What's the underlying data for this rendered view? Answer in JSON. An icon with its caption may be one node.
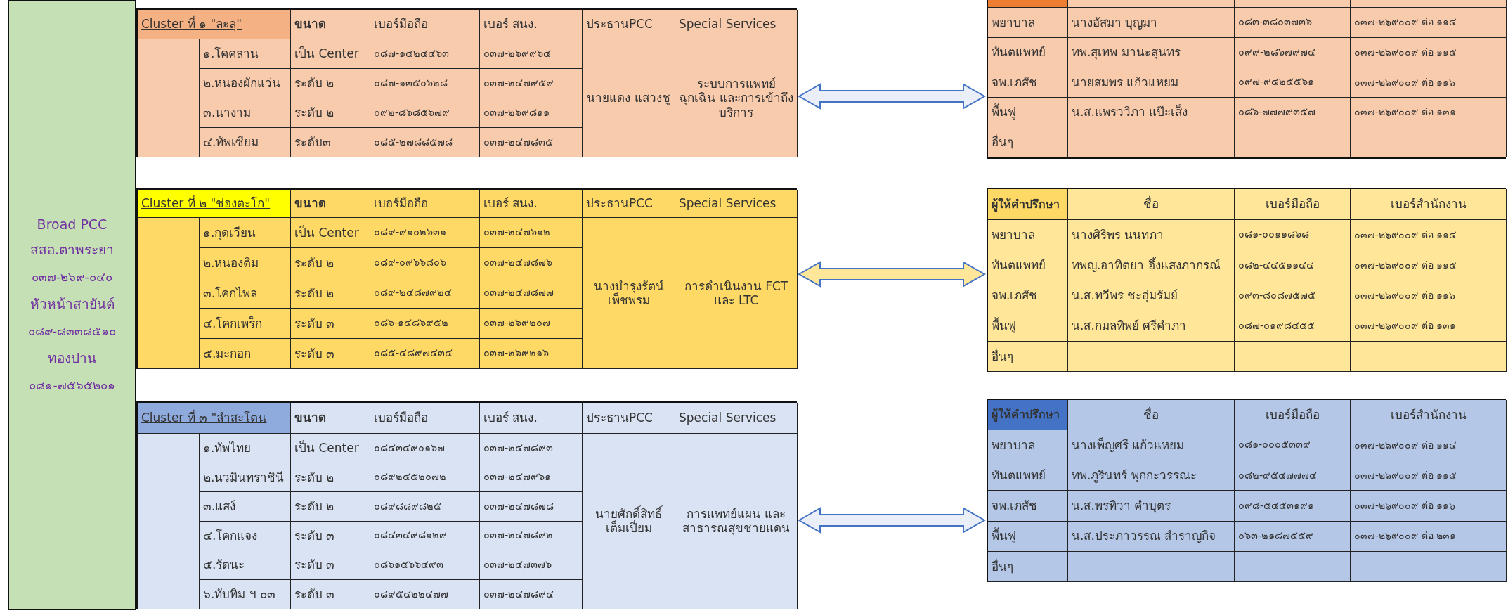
{
  "diagram": {
    "nodes": [
      {
        "text": [
          "Broad PCC",
          "สสอ.ตาพระยา",
          "๐๓๗-๒๖๙-๐๔๐",
          "หัวหน้าสายันต์",
          "๐๘๙-๘๓๓๘๕๑๐",
          "ทองปาน",
          "๐๘๑-๗๕๖๕๒๐๑"
        ]
      },
      {
        "text": [
          "Cluster ที่ ๑ \"ละลุ\"",
          "ขนาด",
          "เบอร์มือถือ",
          "เบอร์ สนง.",
          "ประธานPCC",
          "Special Services",
          "๑.โคคลาน",
          "เป็น Center",
          "๐๘๗-๑๔๒๔๔๖๓",
          "๐๓๗-๒๖๙๙๖๔",
          "นายแดง แสวงชู",
          "ระบบการแพทย์ฉุกเฉิน และการเข้าถึงบริการ",
          "๒.หนองผักแว่น",
          "ระดับ ๒",
          "๐๘๗-๑๓๕๐๖๒๘",
          "๐๓๗-๒๔๗๙๕๙",
          "๓.นางาม",
          "ระดับ ๒",
          "๐๙๒-๘๖๘๕๖๗๙",
          "๐๓๗-๒๖๙๘๑๑",
          "๔.ทัพเซียม",
          "ระดับ๓",
          "๐๘๕-๒๗๘๘๕๗๘",
          "๐๓๗-๒๔๗๘๓๕"
        ]
      },
      {
        "text": [
          "พยาบาล",
          "นางอัสมา บุญมา",
          "๐๘๓-๓๘๐๓๗๓๖",
          "๐๓๗-๒๖๙๐๐๙ ต่อ ๑๑๔",
          "ทันตแพทย์",
          "ทพ.สุเทพ มานะสุนทร",
          "๐๙๙-๒๘๖๗๙๗๔",
          "๐๓๗-๒๖๙๐๐๙ ต่อ ๑๑๕",
          "จพ.เภสัช",
          "นายสมพร แก้วแหยม",
          "๐๙๗-๙๔๒๕๕๖๑",
          "๐๓๗-๒๖๙๐๐๙ ต่อ ๑๑๖",
          "พื้นฟู",
          "น.ส.แพรววิภา แป๊ะเส็ง",
          "๐๘๖-๗๗๗๙๓๕๗",
          "๐๓๗-๒๖๙๐๐๙ ต่อ ๑๓๑",
          "อื่นๆ"
        ]
      },
      {
        "text": [
          "Cluster ที่ ๒ \"ช่องตะโก\"",
          "ขนาด",
          "เบอร์มือถือ",
          "เบอร์ สนง.",
          "ประธานPCC",
          "Special Services",
          "๑.กุดเวียน",
          "เป็น Center",
          "๐๘๙-๙๑๐๒๖๓๑",
          "๐๓๗-๒๔๗๖๑๒",
          "นางบำรุงรัตน์ เพ็ชพรม",
          "การดำเนินงาน FCT และ LTC",
          "๒.หนองติม",
          "ระดับ ๒",
          "๐๘๙-๐๙๖๖๘๐๖",
          "๐๓๗-๒๔๗๘๗๖",
          "๓.โคกไพล",
          "ระดับ ๒",
          "๐๘๙-๒๔๘๗๙๒๔",
          "๐๓๗-๒๔๗๘๗๗",
          "๔.โคกเพร็ก",
          "ระดับ ๓",
          "๐๘๖-๑๔๘๖๙๕๒",
          "๐๓๗-๒๖๙๒๐๗",
          "๕.มะกอก",
          "ระดับ ๓",
          "๐๘๕-๔๘๙๗๔๓๔",
          "๐๓๗-๒๖๙๒๑๖"
        ]
      },
      {
        "text": [
          "ผู้ให้คำปรึกษา",
          "ชื่อ",
          "เบอร์มือถือ",
          "เบอร์สำนักงาน",
          "พยาบาล",
          "นางศิริพร นนทภา",
          "๐๘๑-๐๐๑๑๘๖๘",
          "๐๓๗-๒๖๙๐๐๙ ต่อ ๑๑๔",
          "ทันตแพทย์",
          "ทพญ.อาทิตยา อึ้งแสงภากรณ์",
          "๐๘๒-๔๔๕๑๑๔๔",
          "๐๓๗-๒๖๙๐๐๙ ต่อ ๑๑๕",
          "จพ.เภสัช",
          "น.ส.ทวีพร ชะอุ่มรัมย์",
          "๐๙๓-๘๐๘๗๕๗๕",
          "๐๓๗-๒๖๙๐๐๙ ต่อ ๑๑๖",
          "พื้นฟู",
          "น.ส.กมลทิพย์ ศรีคำภา",
          "๐๘๗-๐๑๙๘๔๕๕",
          "๐๓๗-๒๖๙๐๐๙ ต่อ ๑๓๑",
          "อื่นๆ"
        ]
      },
      {
        "text": [
          "Cluster ที่ ๓ \"ลำสะโตน",
          "ขนาด",
          "เบอร์มือถือ",
          "เบอร์ สนง.",
          "ประธานPCC",
          "Special Services",
          "๑.ทัพไทย",
          "เป็น Center",
          "๐๘๔๓๔๙๐๑๖๗",
          "๐๓๗-๒๔๗๘๙๓",
          "นายศักดิ์สิทธิ์ เต็มเปี่ยม",
          "การแพทย์แผน และสาธารณสุขชายแดน",
          "๒.นวมินทราชินี",
          "ระดับ ๒",
          "๐๘๙๒๔๕๒๐๗๒",
          "๐๓๗-๒๔๗๙๖๑",
          "๓.แสง์",
          "ระดับ ๒",
          "๐๘๙๘๘๙๘๒๕",
          "๐๓๗-๒๔๗๘๗๘",
          "๔.โคกแจง",
          "ระดับ ๓",
          "๐๘๔๓๔๙๘๑๒๙",
          "๐๓๗-๒๔๗๘๙๒",
          "๕.รัตนะ",
          "ระดับ ๓",
          "๐๘๖๑๕๖๖๔๙๓",
          "๐๓๗-๒๔๗๓๗๖",
          "๖.ทับทิม ฯ ๐๓",
          "ระดับ ๓",
          "๐๘๙๕๔๒๒๔๗๗",
          "๐๓๗-๒๔๗๘๙๔"
        ]
      },
      {
        "text": [
          "ผู้ให้คำปรึกษา",
          "ชื่อ",
          "เบอร์มือถือ",
          "เบอร์สำนักงาน",
          "พยาบาล",
          "นางเพ็ญศรี แก้วแหยม",
          "๐๘๑-๐๐๐๕๓๓๙",
          "๐๓๗-๒๖๙๐๐๙ ต่อ ๑๑๔",
          "ทันตแพทย์",
          "ทพ.ภูรินทร์  พุกกะวรรณะ",
          "๐๘๒-๙๕๔๗๗๗๔",
          "๐๓๗-๒๖๙๐๐๙ ต่อ ๑๑๕",
          "จพ.เภสัช",
          "น.ส.พรทิวา คำบุตร",
          "๐๙๘-๕๔๕๓๑๙๑",
          "๐๓๗-๒๖๙๐๐๙ ต่อ ๑๑๖",
          "พื้นฟู",
          "น.ส.ประภาวรรณ สำราญกิจ",
          "๐๖๓-๒๑๘๗๕๕๙",
          "๐๓๗-๒๖๙๐๐๙ ต่อ ๒๓๑",
          "อื่นๆ"
        ]
      }
    ],
    "edges": [
      {
        "from": 1,
        "to": 2,
        "arrow": "both"
      },
      {
        "from": 3,
        "to": 4,
        "arrow": "both",
        "color": "#ffe699"
      },
      {
        "from": 5,
        "to": 6,
        "arrow": "both"
      }
    ]
  }
}
